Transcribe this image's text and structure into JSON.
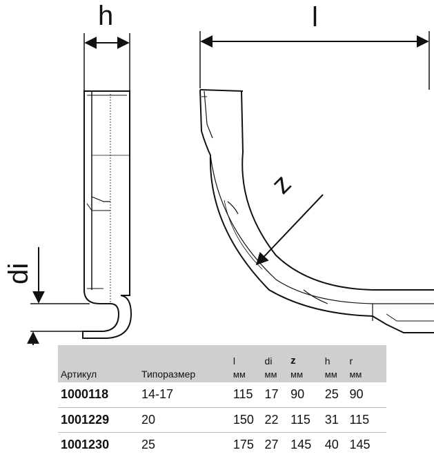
{
  "drawing": {
    "dimension_labels": {
      "h": "h",
      "l": "l",
      "z": "z",
      "di": "di"
    }
  },
  "table": {
    "columns": [
      {
        "key": "article",
        "label": "Артикул",
        "unit": ""
      },
      {
        "key": "size",
        "label": "Типоразмер",
        "unit": ""
      },
      {
        "key": "l",
        "label": "l",
        "unit": "мм"
      },
      {
        "key": "di",
        "label": "di",
        "unit": "мм"
      },
      {
        "key": "z",
        "label": "z",
        "unit": "мм"
      },
      {
        "key": "h",
        "label": "h",
        "unit": "мм"
      },
      {
        "key": "r",
        "label": "r",
        "unit": "мм"
      }
    ],
    "rows": [
      {
        "article": "1000118",
        "size": "14-17",
        "l": "115",
        "di": "17",
        "z": "90",
        "h": "25",
        "r": "90"
      },
      {
        "article": "1001229",
        "size": "20",
        "l": "150",
        "di": "22",
        "z": "115",
        "h": "31",
        "r": "115"
      },
      {
        "article": "1001230",
        "size": "25",
        "l": "175",
        "di": "27",
        "z": "145",
        "h": "40",
        "r": "145"
      }
    ]
  }
}
